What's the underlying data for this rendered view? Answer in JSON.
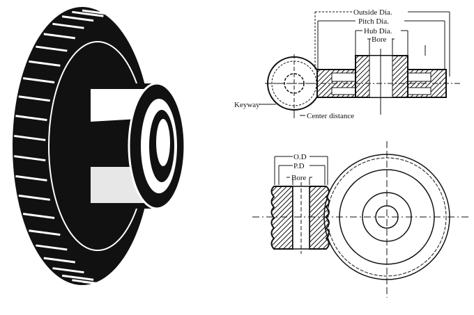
{
  "top_diagram": {
    "outside_dia": "Outside Dia.",
    "pitch_dia": "Pitch Dia.",
    "hub_dia": "Hub Dia.",
    "bore": "Bore",
    "keyway": "Keyway",
    "center_distance": "Center distance"
  },
  "bottom_diagram": {
    "od": "O.D",
    "pd": "P.D",
    "bore": "Bore"
  },
  "colors": {
    "ink": "#111111",
    "background": "#ffffff"
  }
}
